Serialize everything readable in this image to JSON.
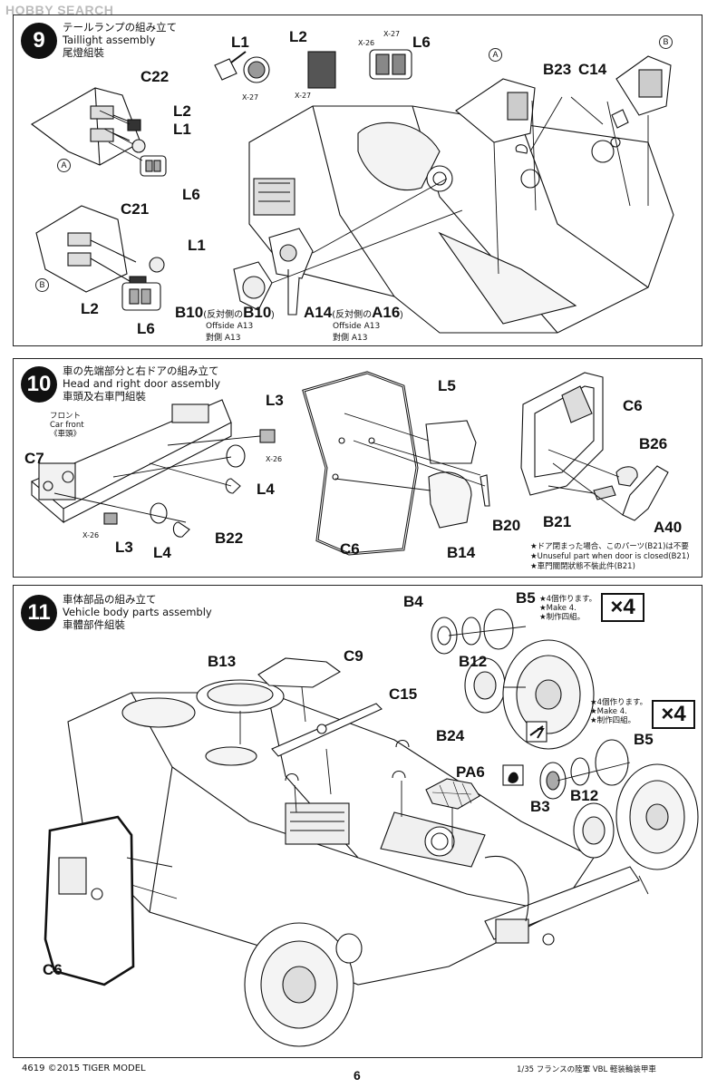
{
  "watermark": "HOBBY SEARCH",
  "steps": [
    {
      "number": "9",
      "title_ja": "テールランプの組み立て",
      "title_en": "Taillight assembly",
      "title_zh": "尾燈組裝",
      "part_labels": {
        "C22": "C22",
        "L2a": "L2",
        "L1a": "L1",
        "L6a": "L6",
        "C21": "C21",
        "L1b": "L1",
        "L2b": "L2",
        "L6b": "L6",
        "L1c": "L1",
        "L2c": "L2",
        "L6c": "L6",
        "B23": "B23",
        "C14": "C14",
        "B10": "B10",
        "A14": "A14"
      },
      "paint_codes": {
        "x27a": "X-27",
        "x27b": "X-27",
        "x26a": "X-26",
        "x27c": "X-27"
      },
      "markers": {
        "a1": "A",
        "b1": "B",
        "a2": "A",
        "b2": "B"
      },
      "b10_note": {
        "prefix": "B10",
        "paren": "(反対側の",
        "paren_part": "B10",
        "close": ")",
        "en": "Offside A13",
        "zh": "對側 A13"
      },
      "a14_note": {
        "prefix": "A14",
        "paren": "(反対側の",
        "paren_part": "A16",
        "close": ")",
        "en": "Offside A13",
        "zh": "對側 A13"
      }
    },
    {
      "number": "10",
      "title_ja": "車の先端部分と右ドアの組み立て",
      "title_en": "Head and right door assembly",
      "title_zh": "車頭及右車門組裝",
      "front_note": {
        "ja": "フロント",
        "en": "Car front",
        "zh": "《車頭》"
      },
      "part_labels": {
        "L3a": "L3",
        "C7": "C7",
        "L4a": "L4",
        "L3b": "L3",
        "L4b": "L4",
        "B22": "B22",
        "L5": "L5",
        "C6a": "C6",
        "B20": "B20",
        "B14": "B14",
        "C6b": "C6",
        "B26": "B26",
        "B21": "B21",
        "A40": "A40"
      },
      "paint_codes": {
        "x26a": "X-26",
        "x26b": "X-26"
      },
      "notes": [
        "★ドア閉まった場合、このパーツ(B21)は不要",
        "★Unuseful part when door is closed(B21)",
        "★車門關閉狀態不裝此件(B21)"
      ]
    },
    {
      "number": "11",
      "title_ja": "車体部品の組み立て",
      "title_en": "Vehicle body parts assembly",
      "title_zh": "車體部件組裝",
      "part_labels": {
        "B4": "B4",
        "B5a": "B5",
        "B12a": "B12",
        "B13": "B13",
        "C9": "C9",
        "C15": "C15",
        "B24": "B24",
        "PA6": "PA6",
        "B5b": "B5",
        "B3": "B3",
        "B12b": "B12",
        "C6": "C6"
      },
      "make_notes": {
        "a": [
          "★4個作ります。",
          "★Make 4.",
          "★制作四組。"
        ],
        "b": [
          "★4個作ります。",
          "★Make 4.",
          "★制作四組。"
        ]
      },
      "quantity_a": "×4",
      "quantity_b": "×4"
    }
  ],
  "footer": {
    "left": "4619  ©2015  TIGER MODEL",
    "page": "6",
    "right": "1/35 フランスの陸軍 VBL 軽装輪装甲車"
  }
}
